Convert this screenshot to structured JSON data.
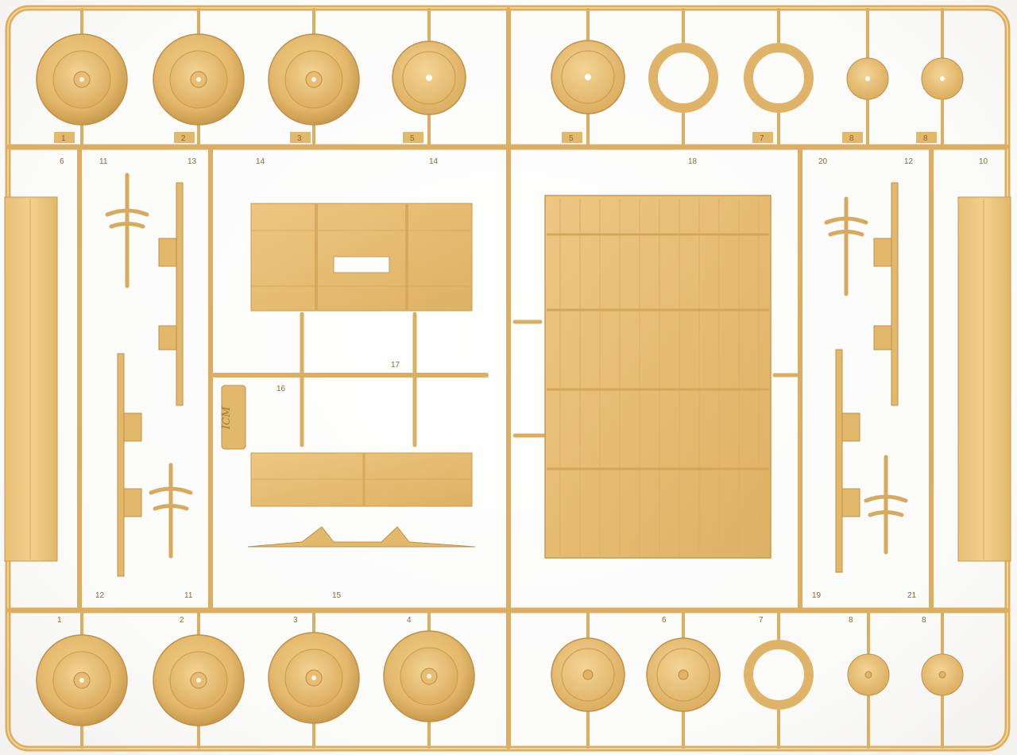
{
  "image": {
    "subject": "plastic-model-sprue",
    "colors": {
      "plastic": "#e2b86a",
      "plastic_light": "#f0cd86",
      "plastic_dark": "#c99a4c",
      "outline": "#b88a3e",
      "background": "#ffffff"
    },
    "part_numbers": {
      "top_row": [
        "1",
        "2",
        "3",
        "5",
        "5",
        "7",
        "8",
        "8"
      ],
      "upper_labels": [
        "6",
        "11",
        "13",
        "14",
        "14",
        "18",
        "20",
        "12",
        "10"
      ],
      "lower_labels": [
        "12",
        "11",
        "15",
        "19",
        "21"
      ],
      "bottom_row": [
        "1",
        "2",
        "3",
        "4",
        "6",
        "7",
        "8",
        "8"
      ],
      "middle_labels": [
        "16",
        "17"
      ]
    },
    "logo_text": "ICM"
  }
}
